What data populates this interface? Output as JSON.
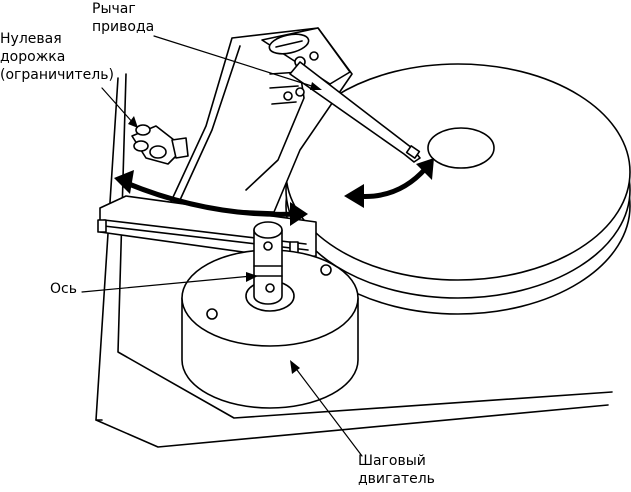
{
  "labels": {
    "actuator_arm": [
      "Рычаг",
      "привода"
    ],
    "track_zero": [
      "Нулевая",
      "дорожка",
      "(ограничитель)"
    ],
    "axis": "Ось",
    "stepper_motor": [
      "Шаговый",
      "двигатель"
    ]
  },
  "colors": {
    "stroke": "#000000",
    "fill": "#ffffff"
  }
}
